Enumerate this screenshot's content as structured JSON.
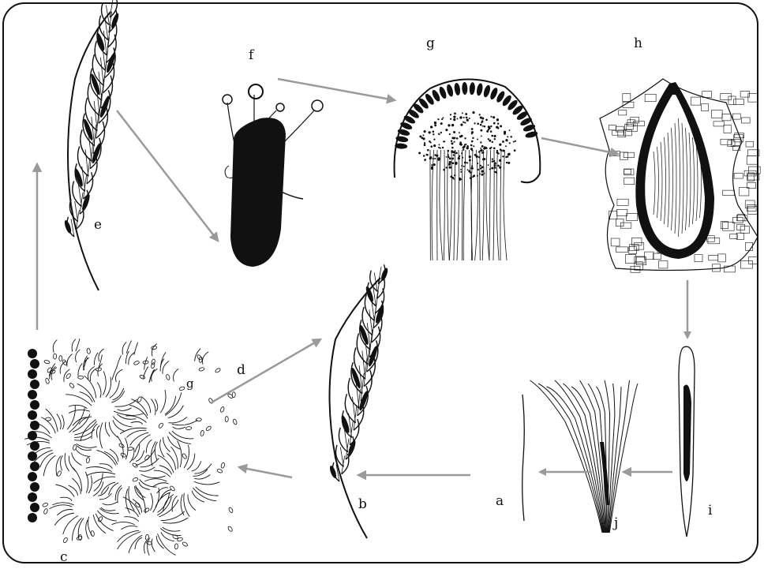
{
  "labels": {
    "a": "a",
    "b": "b",
    "c": "c",
    "d": "d",
    "e": "e",
    "f": "f",
    "g": "g",
    "g_small": "g",
    "h": "h",
    "i": "i",
    "j": "j"
  },
  "colors": {
    "frame": "#111111",
    "ink": "#111111",
    "arrow": "#9a9a9a",
    "background": "#ffffff"
  }
}
